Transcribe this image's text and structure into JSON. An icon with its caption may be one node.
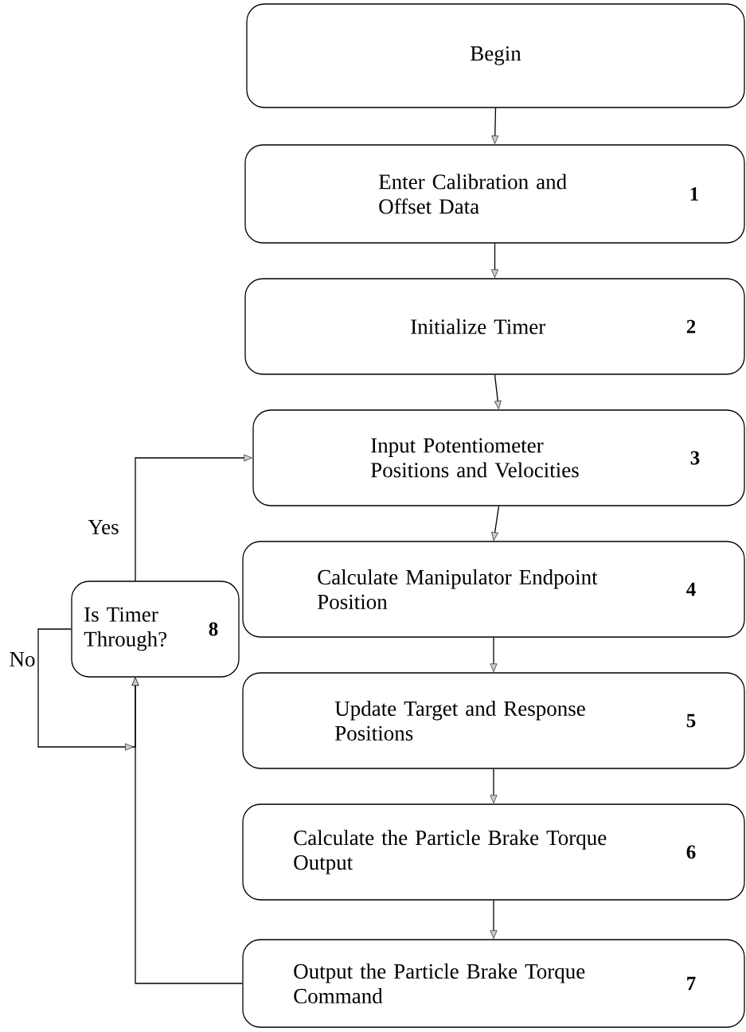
{
  "diagram": {
    "nodes": [
      {
        "text": [
          "Begin"
        ]
      },
      {
        "text": [
          "Enter Calibration and Offset Data",
          "1"
        ]
      },
      {
        "text": [
          "Initialize Timer",
          "2"
        ]
      },
      {
        "text": [
          "Input Potentiometer Positions and Velocities",
          "3"
        ]
      },
      {
        "text": [
          "Calculate Manipulator Endpoint Position",
          "4"
        ]
      },
      {
        "text": [
          "Update Target and Response Positions",
          "5"
        ]
      },
      {
        "text": [
          "Calculate the Particle Brake Torque Output",
          "6"
        ]
      },
      {
        "text": [
          "Output the Particle Brake Torque Command",
          "7"
        ]
      },
      {
        "text": [
          "Is Timer Through?",
          "8"
        ]
      }
    ],
    "edges": [
      {
        "from": 0,
        "to": 1,
        "arrow": "to"
      },
      {
        "from": 1,
        "to": 2,
        "arrow": "to"
      },
      {
        "from": 2,
        "to": 3,
        "arrow": "to"
      },
      {
        "from": 3,
        "to": 4,
        "arrow": "to"
      },
      {
        "from": 4,
        "to": 5,
        "arrow": "to"
      },
      {
        "from": 5,
        "to": 6,
        "arrow": "to"
      },
      {
        "from": 6,
        "to": 7,
        "arrow": "to"
      },
      {
        "from": 7,
        "to": 8,
        "arrow": "to"
      },
      {
        "from": 8,
        "to": 3,
        "arrow": "to",
        "label": "Yes"
      },
      {
        "from": 8,
        "to": 8,
        "arrow": "to",
        "label": "No"
      }
    ]
  }
}
